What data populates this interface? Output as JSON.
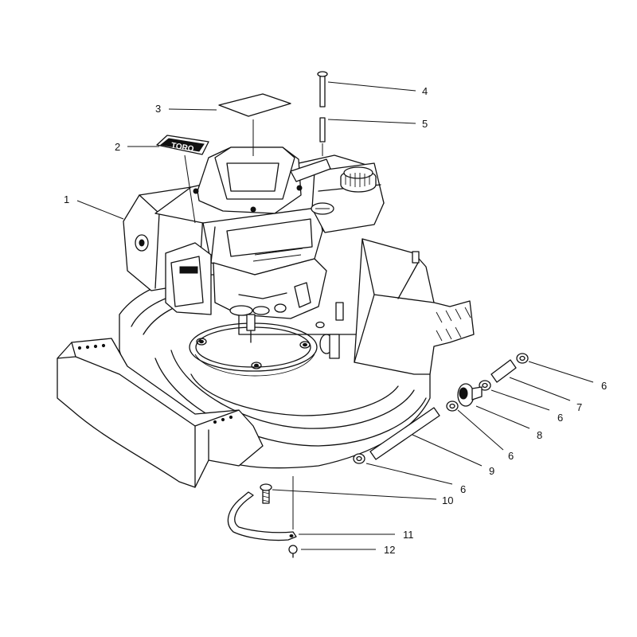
{
  "logo_text": "TORO",
  "callouts": [
    {
      "label": "1"
    },
    {
      "label": "2"
    },
    {
      "label": "3"
    },
    {
      "label": "4"
    },
    {
      "label": "5"
    },
    {
      "label": "6"
    },
    {
      "label": "7"
    },
    {
      "label": "6"
    },
    {
      "label": "8"
    },
    {
      "label": "6"
    },
    {
      "label": "9"
    },
    {
      "label": "6"
    },
    {
      "label": "10"
    },
    {
      "label": "11"
    },
    {
      "label": "12"
    }
  ]
}
